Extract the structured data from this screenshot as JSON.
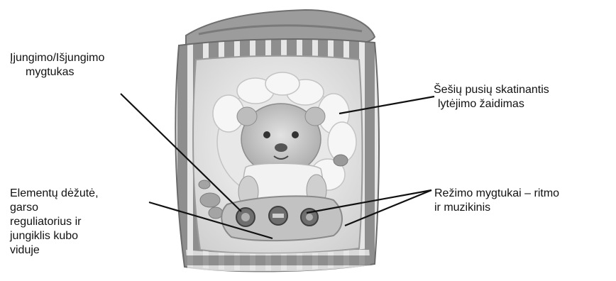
{
  "labels": {
    "power_button": {
      "lines": [
        "Įjungimo/Išjungimo",
        "mygtukas"
      ]
    },
    "six_sided_play": {
      "lines": [
        "Šešių pusių skatinantis",
        "lytėjimo žaidimas"
      ]
    },
    "battery_box": {
      "lines": [
        "Elementų dėžutė,",
        "garso",
        "reguliatorius ir",
        "jungiklis kubo",
        "viduje"
      ]
    },
    "mode_buttons": {
      "lines": [
        "Režimo mygtukai – ritmo",
        "ir muzikinis"
      ]
    }
  },
  "colors": {
    "background": "#ffffff",
    "text": "#111111",
    "leader_line": "#111111",
    "cube_fill": "#d8d8d8",
    "cube_border": "#8a8a8a",
    "panel_fill": "#eeeeee",
    "plush_top": "#9a9a9a",
    "lion_face": "#c8c8c8",
    "mane": "#f4f4f4"
  },
  "icons": {
    "toy": "plush-lion-cube-photo",
    "buttons": "round-mode-button"
  }
}
